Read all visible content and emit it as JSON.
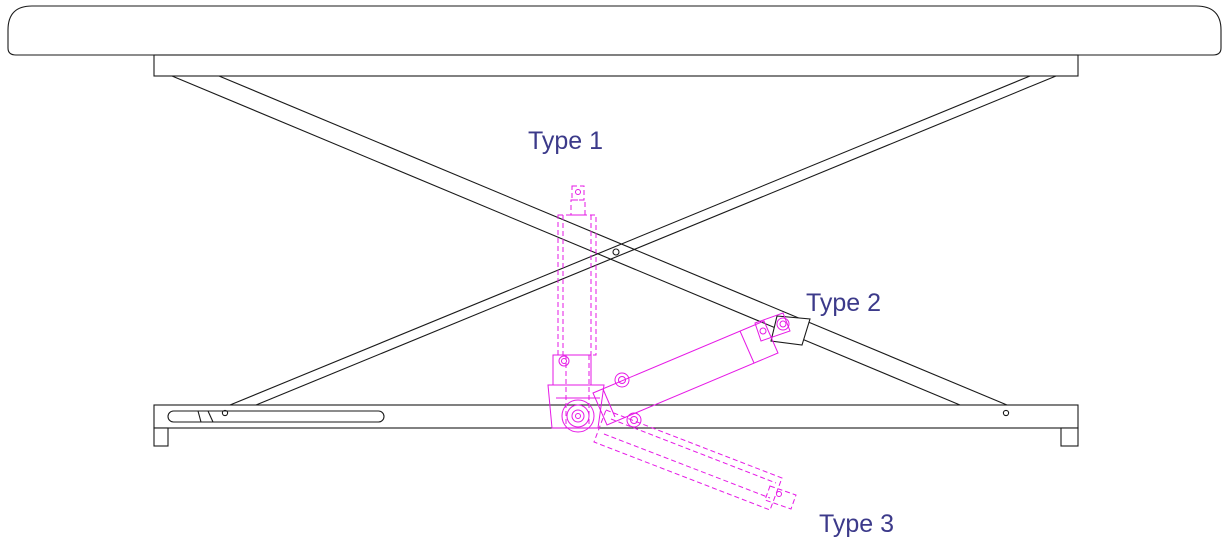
{
  "labels": {
    "type1": "Type 1",
    "type2": "Type 2",
    "type3": "Type 3"
  },
  "colors": {
    "frame": "#1a1a1a",
    "actuator": "#e619e6",
    "label": "#3c3a8a"
  }
}
